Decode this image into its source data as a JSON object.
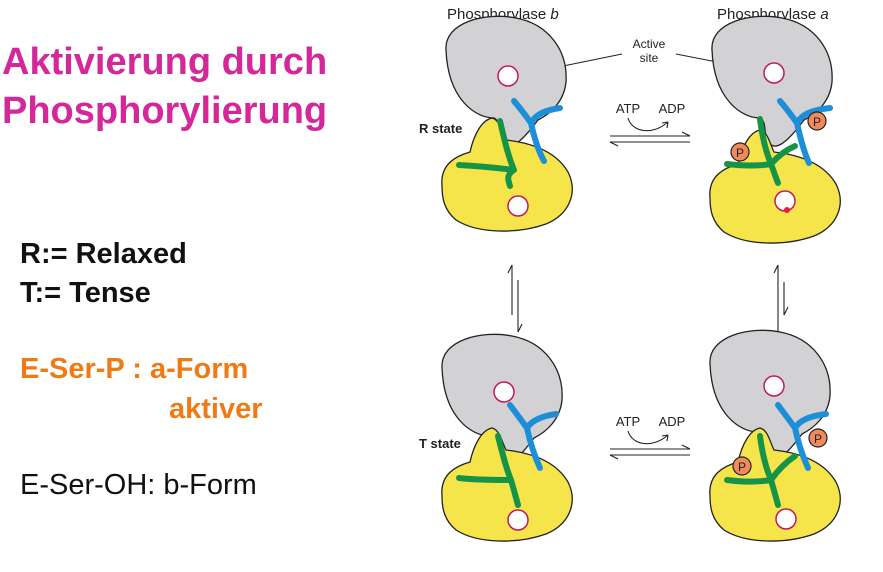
{
  "title": {
    "line1": "Aktivierung durch",
    "line2": "Phosphorylierung"
  },
  "legend": {
    "r_def": "R:= Relaxed",
    "t_def": "T:= Tense",
    "a_form_left": "E-Ser-P  : a-Form",
    "a_form_right": "aktiver",
    "b_form": "E-Ser-OH: b-Form"
  },
  "diagram": {
    "phosphorylase_b_prefix": "Phosphorylase ",
    "phosphorylase_b_letter": "b",
    "phosphorylase_a_prefix": "Phosphorylase ",
    "phosphorylase_a_letter": "a",
    "active_site_line1": "Active",
    "active_site_line2": "site",
    "r_state": "R state",
    "t_state": "T state",
    "atp_top": "ATP",
    "adp_top": "ADP",
    "atp_bottom": "ATP",
    "adp_bottom": "ADP",
    "phospho_label": "P"
  },
  "colors": {
    "title": "#d4279a",
    "highlight": "#f07a14",
    "gray_domain": "#d2d2d4",
    "yellow_domain": "#f5e44a",
    "blue_helix": "#1d8fd8",
    "green_helix": "#159447",
    "phosphate": "#f08a5d",
    "site_ring": "#c2185b"
  }
}
